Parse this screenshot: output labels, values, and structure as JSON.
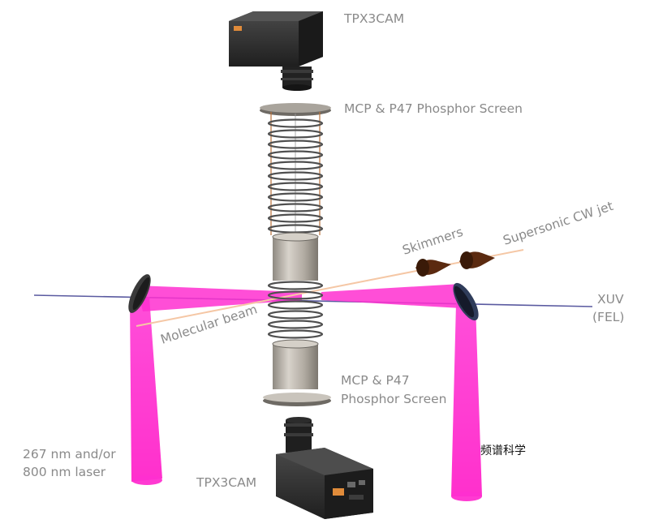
{
  "labels": {
    "top_camera": "TPX3CAM",
    "top_screen": "MCP & P47 Phosphor Screen",
    "skimmers": "Skimmers",
    "jet": "Supersonic CW jet",
    "xuv_line1": "XUV",
    "xuv_line2": "(FEL)",
    "molecular_beam": "Molecular beam",
    "bottom_screen_line1": "MCP & P47",
    "bottom_screen_line2": "Phosphor Screen",
    "laser_line1": "267 nm and/or",
    "laser_line2": "800 nm laser",
    "bottom_camera": "TPX3CAM",
    "watermark": "频谱科学"
  },
  "colors": {
    "laser": "#ff2fd0",
    "xuv_line": "#5a5aa0",
    "molecular_beam": "#f5c7a5",
    "label": "#8a8a8a",
    "camera_body": "#2e2e2e",
    "camera_accent": "#e08b3a",
    "skimmer": "#5b2a10",
    "cylinder": "#b9b3aa",
    "ring": "#555555"
  },
  "icons": {
    "camera": "camera-icon",
    "skimmer": "skimmer-cone-icon",
    "mirror": "mirror-icon"
  }
}
